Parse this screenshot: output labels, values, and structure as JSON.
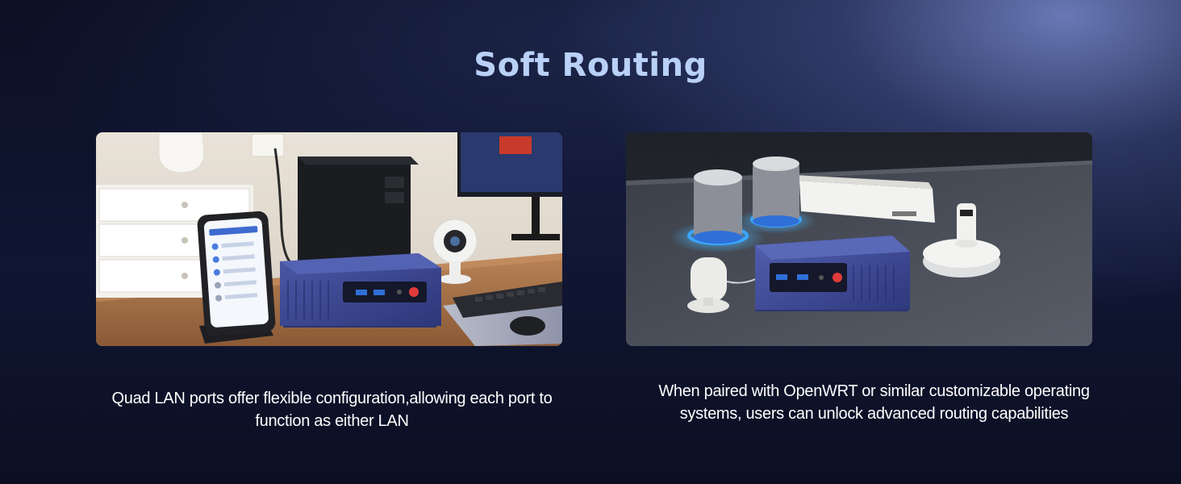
{
  "header": {
    "title": "Soft Routing"
  },
  "panels": [
    {
      "caption": "Quad LAN ports offer flexible configuration,allowing each port to function as either LAN"
    },
    {
      "caption": "When paired with OpenWRT or similar customizable operating systems, users can unlock advanced routing capabilities"
    }
  ],
  "colors": {
    "title": "#b9d0f7",
    "caption": "#ffffff",
    "device_blue": "#3a4894",
    "glow": "#3aa6ff"
  }
}
